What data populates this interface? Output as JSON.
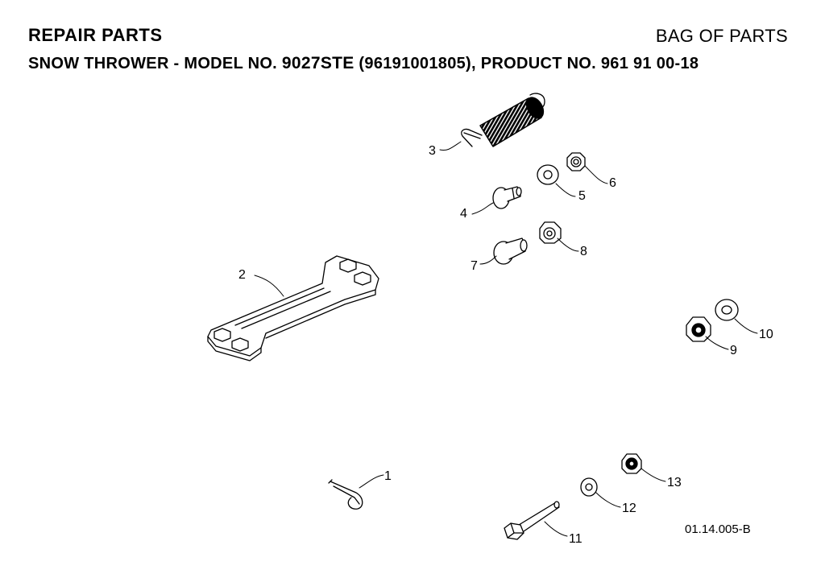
{
  "header": {
    "title": "REPAIR PARTS",
    "section": "BAG OF PARTS",
    "subtitle_prefix": "SNOW THROWER - MODEL NO. ",
    "model_no": "9027STE",
    "subtitle_suffix": " (96191001805), PRODUCT NO. 961 91 00-18"
  },
  "callouts": [
    "1",
    "2",
    "3",
    "4",
    "5",
    "6",
    "7",
    "8",
    "9",
    "10",
    "11",
    "12",
    "13"
  ],
  "reference_code": "01.14.005-B"
}
